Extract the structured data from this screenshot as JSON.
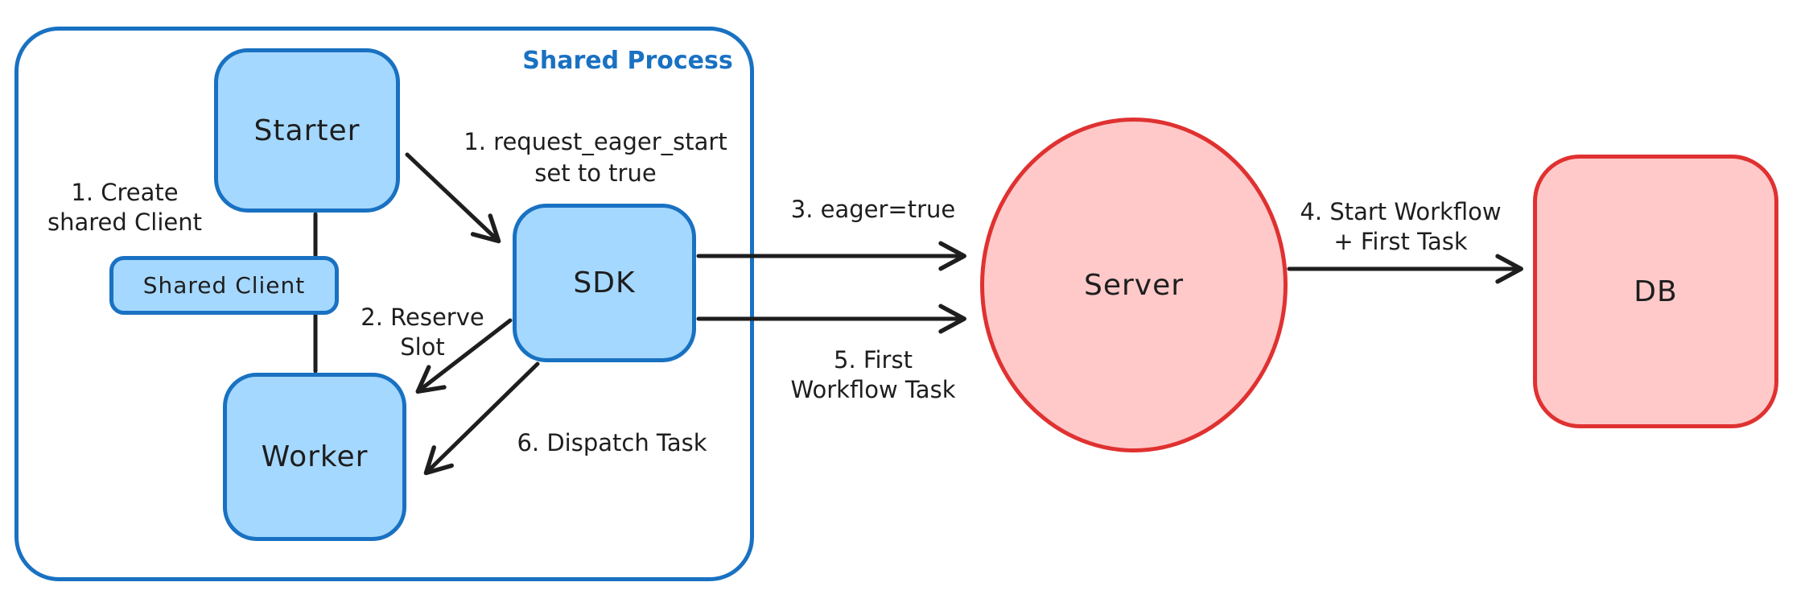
{
  "colors": {
    "blue_stroke": "#1971c2",
    "blue_fill": "#a5d8ff",
    "red_stroke": "#e03131",
    "red_fill": "#ffc9c9",
    "ink": "#1e1e1e",
    "bg": "#ffffff"
  },
  "container": {
    "label": "Shared Process"
  },
  "nodes": {
    "starter": {
      "label": "Starter"
    },
    "shared_client": {
      "label": "Shared Client"
    },
    "worker": {
      "label": "Worker"
    },
    "sdk": {
      "label": "SDK"
    },
    "server": {
      "label": "Server"
    },
    "db": {
      "label": "DB"
    }
  },
  "annotations": {
    "create_shared_client": {
      "lines": [
        "1. Create",
        "shared Client"
      ]
    },
    "request_eager_start": {
      "lines": [
        "1. request_eager_start",
        "set to true"
      ]
    },
    "reserve_slot": {
      "lines": [
        "2. Reserve",
        "Slot"
      ]
    },
    "eager_true": {
      "text": "3. eager=true"
    },
    "start_workflow": {
      "lines": [
        "4. Start Workflow",
        "+ First Task"
      ]
    },
    "first_workflow_task": {
      "lines": [
        "5. First",
        "Workflow Task"
      ]
    },
    "dispatch_task": {
      "text": "6. Dispatch Task"
    }
  }
}
